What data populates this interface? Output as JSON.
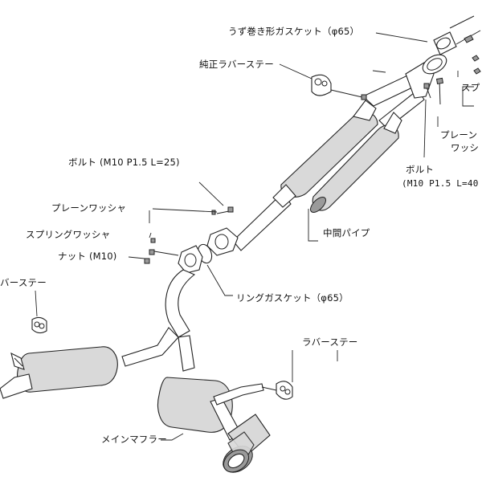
{
  "diagram": {
    "labels": {
      "spiral_gasket": "うず巻き形ガスケット（φ65）",
      "stock_rubber_stay": "純正ラバーステー",
      "spring_washer_right": "スプ",
      "plain_washer_right_1": "プレーン",
      "plain_washer_right_2": "ワッシ",
      "bolt_right_1": "ボルト",
      "bolt_right_2": "(M10 P1.5 L=40",
      "bolt_left": "ボルト (M10 P1.5 L=25)",
      "plain_washer_left": "プレーンワッシャ",
      "spring_washer_left": "スプリングワッシャ",
      "nut": "ナット (M10)",
      "mid_pipe": "中間パイプ",
      "ring_gasket": "リングガスケット（φ65）",
      "rubber_stay_left": "バーステー",
      "rubber_stay_right": "ラバーステー",
      "main_muffler": "メインマフラー"
    }
  }
}
